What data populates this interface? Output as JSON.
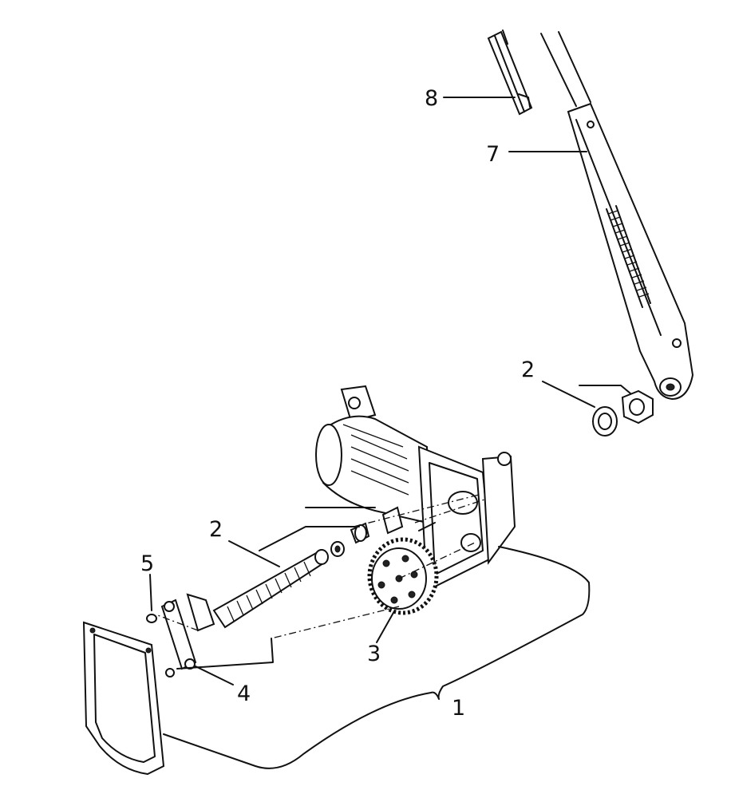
{
  "diagram": {
    "callouts": [
      {
        "id": "1",
        "text": "1"
      },
      {
        "id": "2a",
        "text": "2"
      },
      {
        "id": "2b",
        "text": "2"
      },
      {
        "id": "3",
        "text": "3"
      },
      {
        "id": "4",
        "text": "4"
      },
      {
        "id": "5",
        "text": "5"
      },
      {
        "id": "7",
        "text": "7"
      },
      {
        "id": "8",
        "text": "8"
      }
    ],
    "parts": [
      {
        "icon": "wiper-blade-icon"
      },
      {
        "icon": "wiper-arm-icon"
      },
      {
        "icon": "nut-and-washer-icon"
      },
      {
        "icon": "wiper-motor-icon"
      },
      {
        "icon": "drive-gear-icon"
      },
      {
        "icon": "crank-link-icon"
      },
      {
        "icon": "cover-plate-icon"
      }
    ],
    "line_color": "#111111"
  }
}
